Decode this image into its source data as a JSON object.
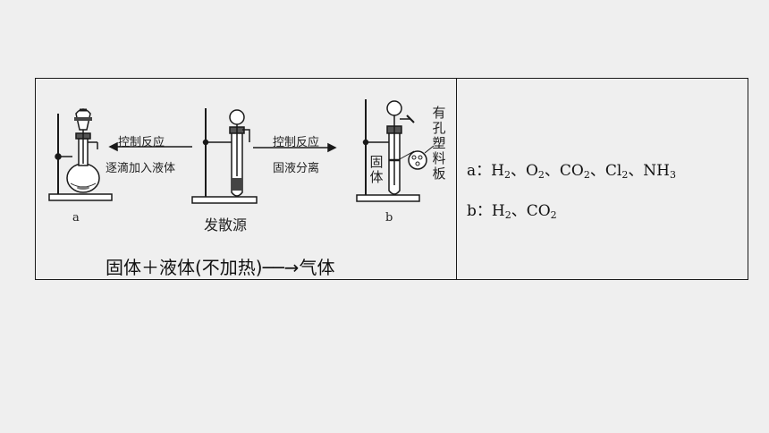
{
  "diagram": {
    "labels": {
      "left_arrow_top": "控制反应",
      "left_arrow_bottom": "逐滴加入液体",
      "right_arrow_top": "控制反应",
      "right_arrow_bottom": "固液分离",
      "source": "发散源",
      "apparatus_a": "a",
      "apparatus_b": "b",
      "solid": "固体",
      "perforated_plate": "有孔塑料板"
    },
    "caption": "固体＋液体(不加热)──→气体"
  },
  "gases": {
    "a_prefix": "a：",
    "a_list": [
      "H",
      "2",
      "、O",
      "2",
      "、CO",
      "2",
      "、Cl",
      "2",
      "、NH",
      "3"
    ],
    "b_prefix": "b：",
    "b_list": [
      "H",
      "2",
      "、CO",
      "2"
    ]
  },
  "colors": {
    "line": "#1a1a1a",
    "background": "#efefef"
  }
}
